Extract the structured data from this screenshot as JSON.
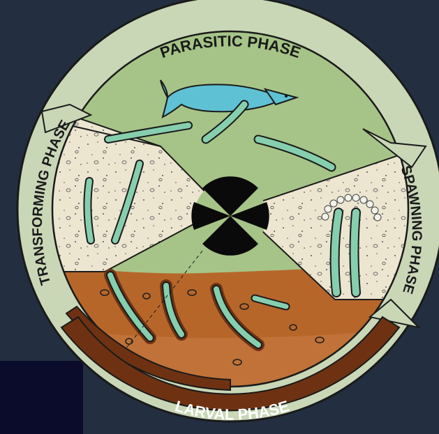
{
  "diagram": {
    "phases": {
      "parasitic": "PARASITIC PHASE",
      "spawning": "SPAWNING PHASE",
      "larval": "LARVAL PHASE",
      "transforming": "TRANSFORMING PHASE"
    }
  },
  "colors": {
    "background": "#232f40",
    "corner_box": "#0b0c2c",
    "ring": "#c9d7b7",
    "water": "#a6c487",
    "sand": "#ece5d0",
    "soil": "#b7662a",
    "soil_dark": "#6e3212",
    "lamprey": "#86cfae",
    "fish": "#5fc1d4",
    "center": "#0a0a0a"
  }
}
